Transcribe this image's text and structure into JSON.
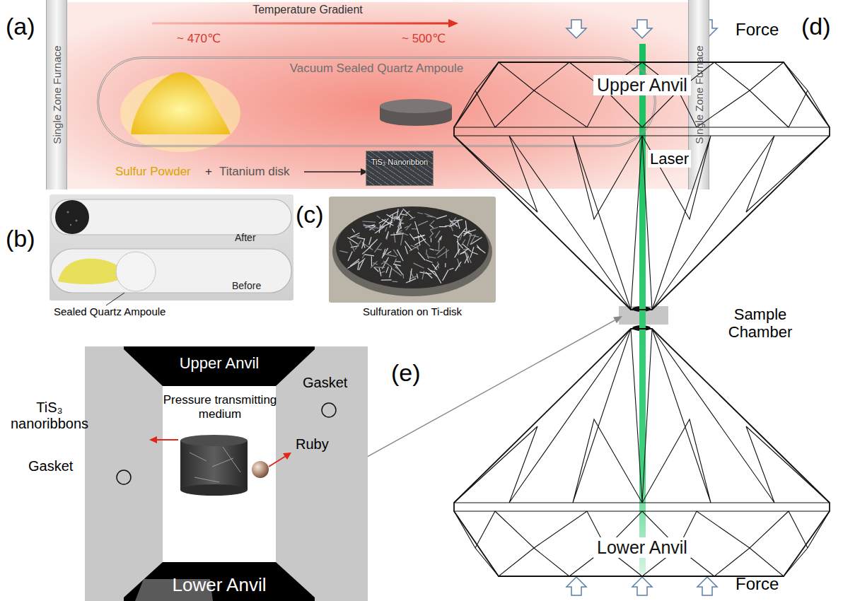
{
  "diagram": {
    "nodes": [
      {
        "text": [
          "Single Zone Furnace"
        ]
      },
      {
        "text": [
          "Single Zone Furnace"
        ]
      },
      {
        "text": [
          "Vacuum Sealed Quartz Ampoule"
        ]
      },
      {
        "text": [
          "TiS₃ Nanoribbon"
        ]
      },
      {
        "text": [
          "Upper Anvil"
        ]
      },
      {
        "text": [
          "Lower Anvil"
        ]
      },
      {
        "text": [
          "Upper Anvil"
        ]
      },
      {
        "text": [
          "Lower Anvil"
        ]
      }
    ],
    "labels": [
      "(a)",
      "Temperature Gradient",
      "~ 470℃",
      "~ 500℃",
      "Sulfur Powder",
      "+",
      "Titanium disk",
      "(b)",
      "After",
      "Before",
      "Sealed Quartz Ampoule",
      "(c)",
      "Sulfuration on Ti-disk",
      "(d)",
      "Force",
      "Laser",
      "Sample Chamber",
      "Force",
      "(e)",
      "Gasket",
      "Pressure transmitting medium",
      "TiS₃ nanoribbons",
      "Ruby",
      "Gasket"
    ]
  }
}
